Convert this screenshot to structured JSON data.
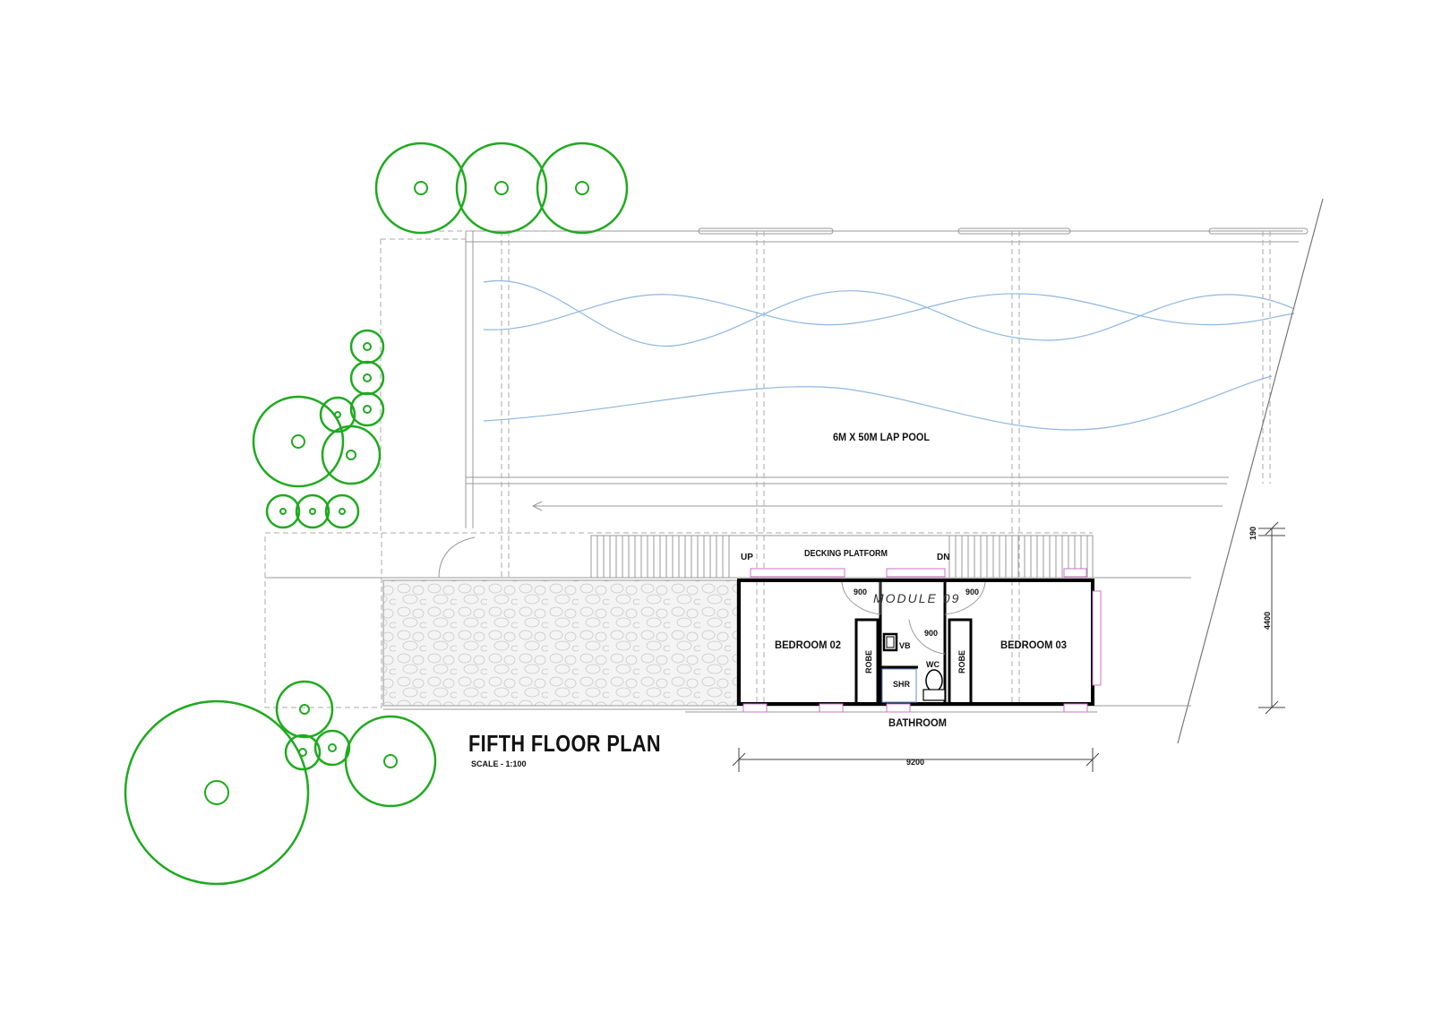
{
  "drawing": {
    "title": "FIFTH  FLOOR PLAN",
    "scale": "SCALE - 1:100",
    "module": "MODULE  09"
  },
  "rooms": {
    "pool": "6M X 50M LAP POOL",
    "decking": "DECKING PLATFORM",
    "bedroom_02": "BEDROOM 02",
    "bedroom_03": "BEDROOM 03",
    "bathroom": "BATHROOM",
    "robe_left": "ROBE",
    "robe_right": "ROBE",
    "vb": "VB",
    "wc": "WC",
    "shr": "SHR"
  },
  "stairs": {
    "up": "UP",
    "dn": "DN"
  },
  "dimensions": {
    "door_left": "900",
    "door_right": "900",
    "door_bath": "900",
    "width": "9200",
    "depth": "4400",
    "gap": "190"
  },
  "colors": {
    "trees": "#1faa1f",
    "water": "#8fb6e0",
    "windows": "#d070c8",
    "walls": "#000000"
  }
}
